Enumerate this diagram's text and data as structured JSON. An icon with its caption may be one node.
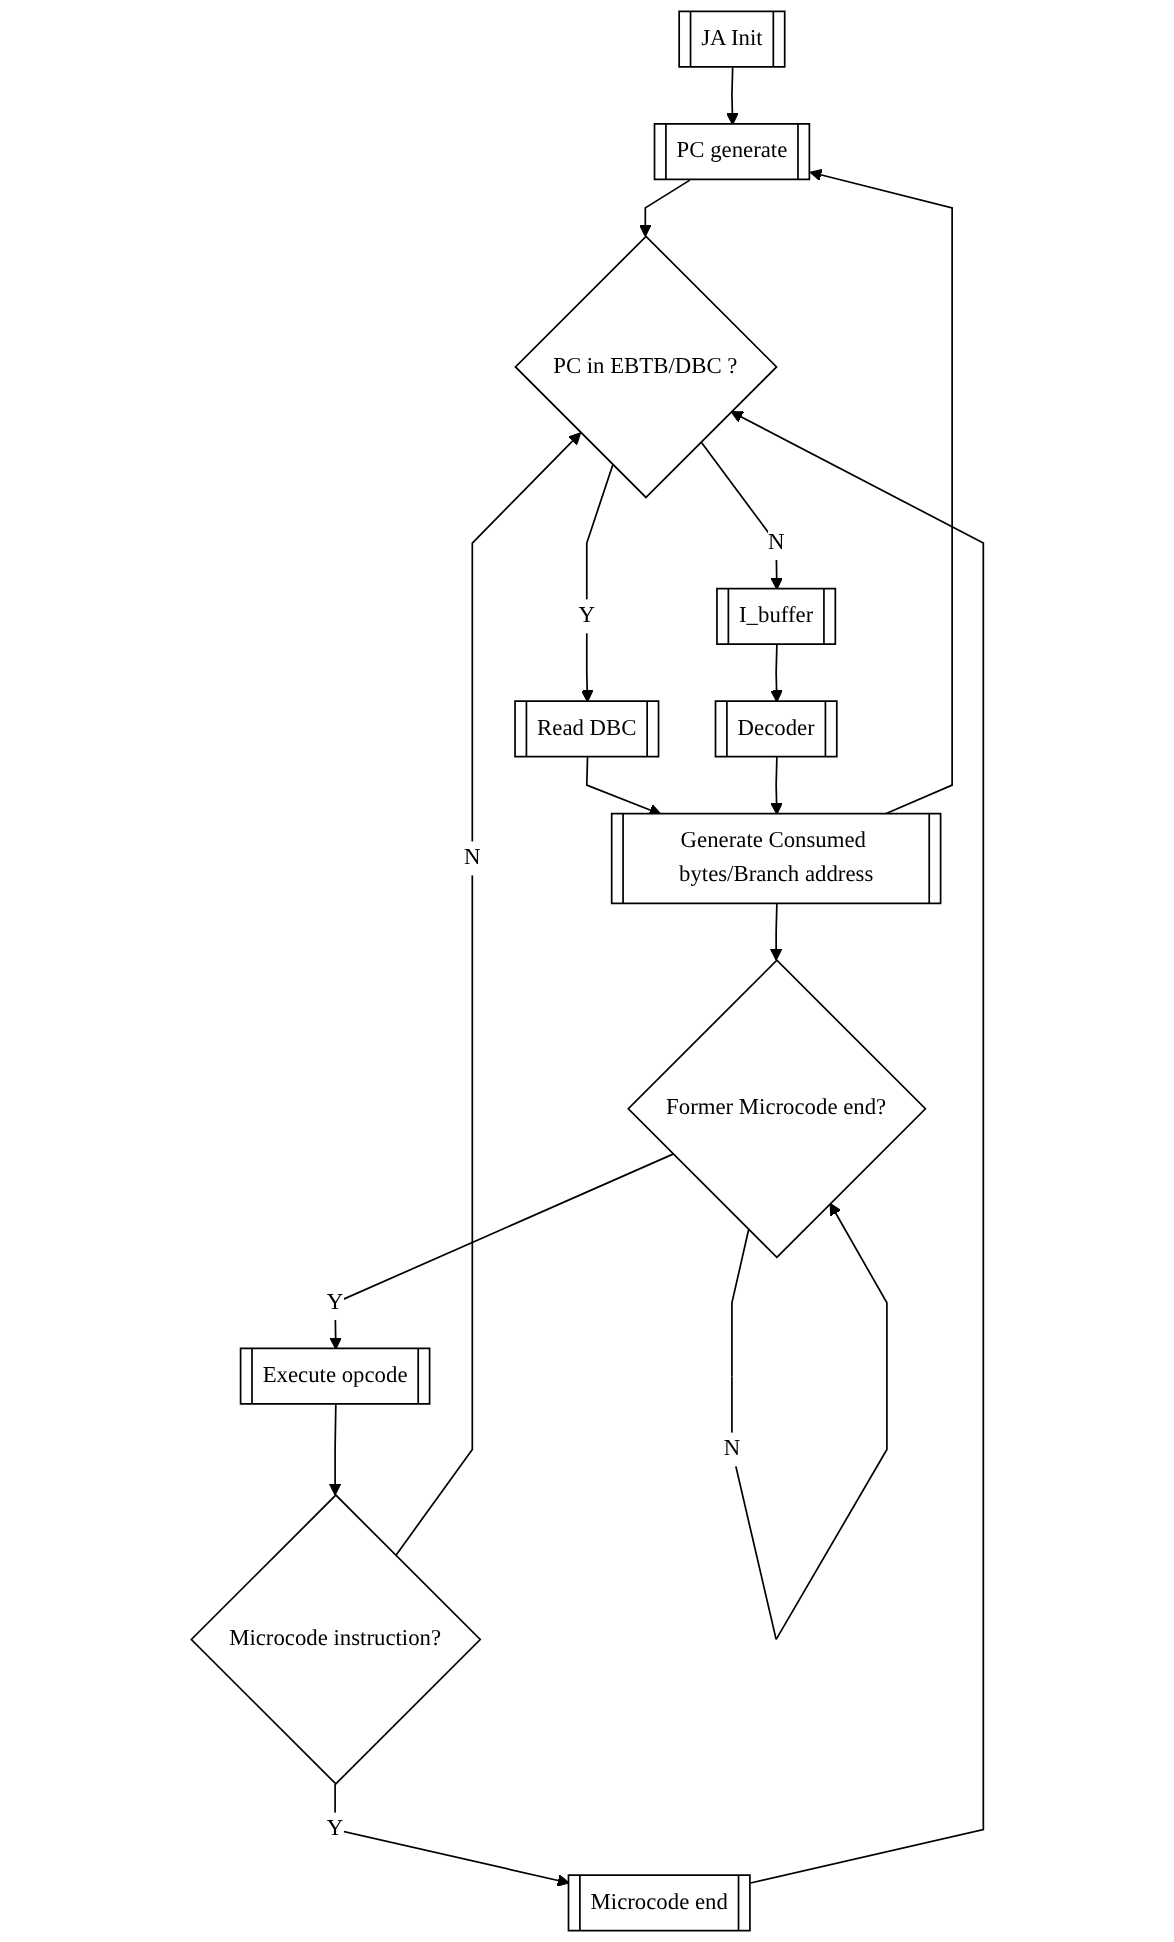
{
  "diagram": {
    "nodes": [
      {
        "text": [
          "JA Init"
        ]
      },
      {
        "text": [
          "PC generate"
        ]
      },
      {
        "text": [
          "PC in EBTB/DBC ?"
        ]
      },
      {
        "text": [
          "Read DBC"
        ]
      },
      {
        "text": [
          "I_buffer"
        ]
      },
      {
        "text": [
          "Decoder"
        ]
      },
      {
        "text": [
          "Generate Consumed bytes/Branch address"
        ]
      },
      {
        "text": [
          "Former Microcode end?"
        ]
      },
      {
        "text": [
          "Execute opcode"
        ]
      },
      {
        "text": [
          "Microcode instruction?"
        ]
      },
      {
        "text": [
          "Microcode end"
        ]
      }
    ],
    "edges": [
      {
        "from": 0,
        "to": 1,
        "arrow": "to"
      },
      {
        "from": 1,
        "to": 2,
        "arrow": "to"
      },
      {
        "from": 2,
        "to": 3,
        "arrow": "to",
        "label": "Y"
      },
      {
        "from": 2,
        "to": 4,
        "arrow": "to",
        "label": "N"
      },
      {
        "from": 4,
        "to": 5,
        "arrow": "to"
      },
      {
        "from": 3,
        "to": 6,
        "arrow": "to"
      },
      {
        "from": 5,
        "to": 6,
        "arrow": "to"
      },
      {
        "from": 6,
        "to": 1,
        "arrow": "to"
      },
      {
        "from": 6,
        "to": 7,
        "arrow": "to"
      },
      {
        "from": 7,
        "to": 7,
        "arrow": "to",
        "label": "N"
      },
      {
        "from": 7,
        "to": 8,
        "arrow": "to",
        "label": "Y"
      },
      {
        "from": 8,
        "to": 9,
        "arrow": "to"
      },
      {
        "from": 9,
        "to": 2,
        "arrow": "to",
        "label": "N"
      },
      {
        "from": 9,
        "to": 10,
        "arrow": "to",
        "label": "Y"
      },
      {
        "from": 10,
        "to": 2,
        "arrow": "to"
      }
    ]
  }
}
